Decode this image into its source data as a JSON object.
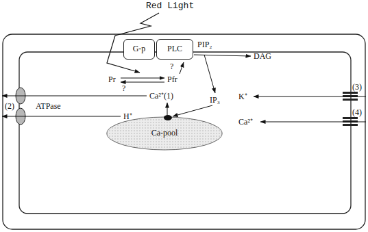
{
  "diagram": {
    "nodes": [
      {
        "text": [
          "G-p"
        ]
      },
      {
        "text": [
          "PLC"
        ]
      },
      {
        "text": [
          "Ca-pool"
        ]
      }
    ],
    "labels": [
      "Red Light",
      "Pr",
      "Pfr",
      "?",
      "PIP₂",
      "DAG",
      "IP₃",
      "Ca²⁺(1)",
      "?",
      "(2)",
      "ATPase",
      "H⁺",
      "K⁺",
      "(3)",
      "Ca²⁺",
      "(4)"
    ]
  }
}
